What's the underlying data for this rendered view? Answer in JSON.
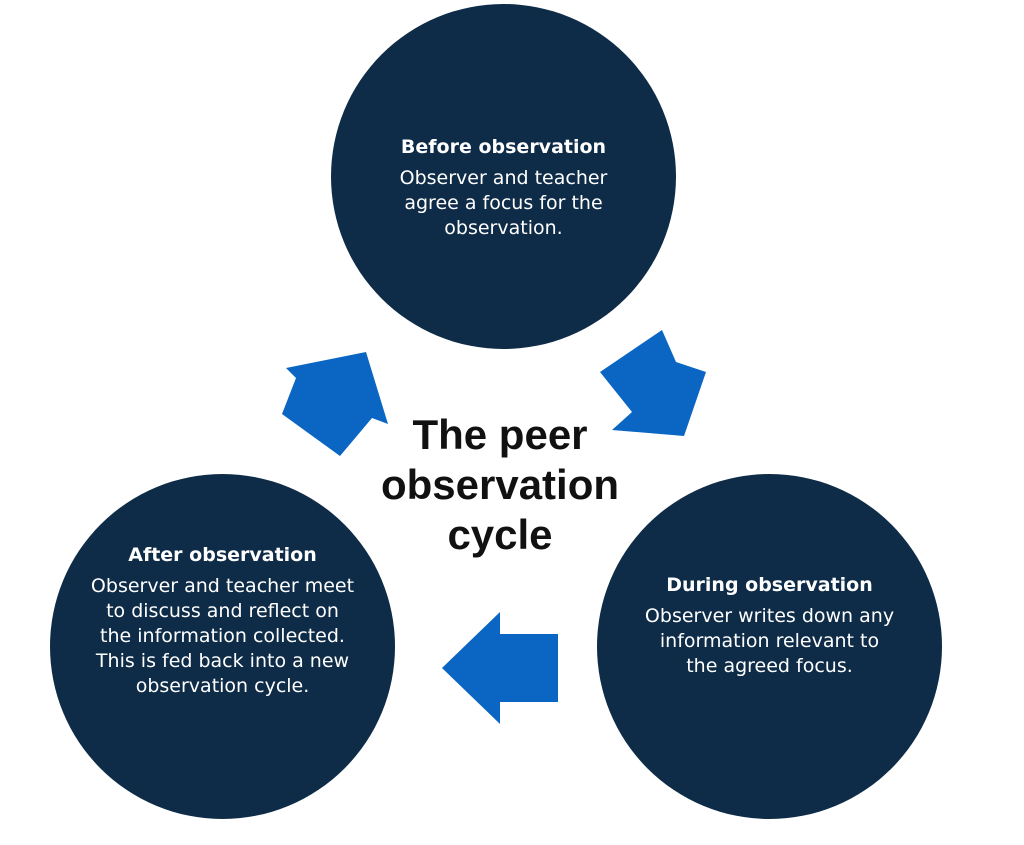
{
  "diagram": {
    "center_title": "The peer observation cycle",
    "stages": {
      "before": {
        "title": "Before observation",
        "description": "Observer and teacher agree a focus for the observation."
      },
      "during": {
        "title": "During observation",
        "description": "Observer writes down any information relevant to the agreed focus."
      },
      "after": {
        "title": "After observation",
        "description": "Observer and teacher meet to discuss and reflect on the information collected. This is fed back into a new observation cycle."
      }
    },
    "colors": {
      "circle_fill": "#0e2c47",
      "arrow_fill": "#0a66c2",
      "text_on_circle": "#ffffff",
      "center_text": "#111111"
    },
    "arrows": [
      {
        "from": "before",
        "to": "during",
        "icon": "arrow-icon"
      },
      {
        "from": "during",
        "to": "after",
        "icon": "arrow-icon"
      },
      {
        "from": "after",
        "to": "before",
        "icon": "arrow-icon"
      }
    ]
  }
}
